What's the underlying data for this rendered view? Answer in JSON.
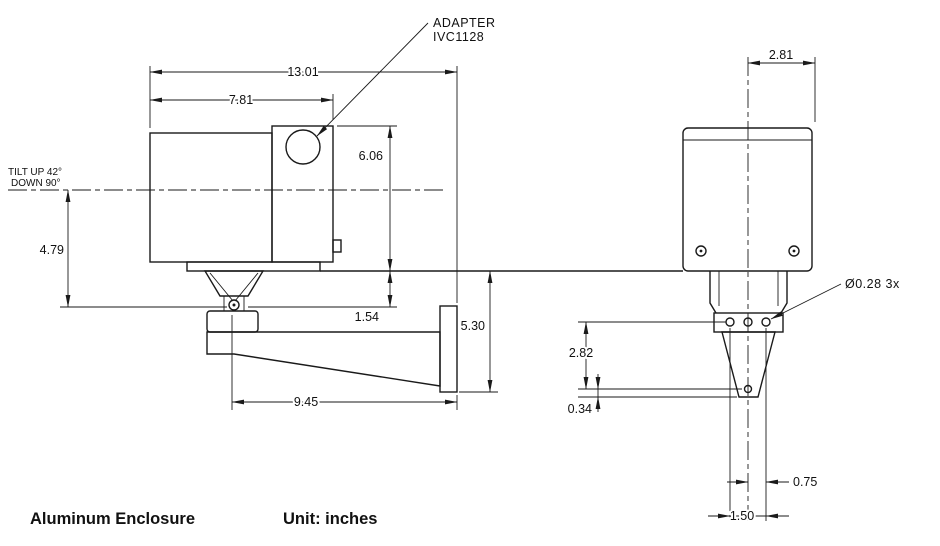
{
  "drawing": {
    "colors": {
      "ink": "#1a1a1a",
      "background": "#ffffff"
    },
    "footer": {
      "material": "Aluminum Enclosure",
      "units": "Unit: inches"
    },
    "notes": {
      "tilt_line1": "TILT UP 42°",
      "tilt_line2": "DOWN 90°"
    },
    "callouts": {
      "adapter_line1": "ADAPTER",
      "adapter_line2": "IVC1128",
      "holes": "Ø0.28 3x"
    },
    "side_view": {
      "overall_length": "13.01",
      "enclosure_length": "7.81",
      "enclosure_height": "6.06",
      "centerline_to_pivot": "4.79",
      "base_to_pivot": "1.54",
      "mount_drop": "5.30",
      "arm_reach": "9.45"
    },
    "front_view": {
      "center_to_edge": "2.81",
      "hole_row_to_bottom_hole": "2.82",
      "bottom_hole_to_edge": "0.34",
      "hole_half_spacing": "0.75",
      "hole_spacing": "1.50"
    }
  }
}
